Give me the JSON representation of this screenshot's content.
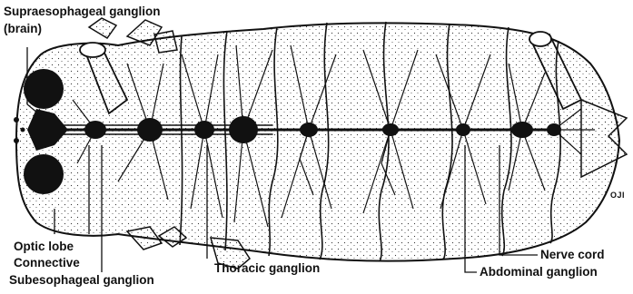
{
  "labels": {
    "supraesophageal": "Supraesophageal ganglion",
    "brain": "(brain)",
    "optic_lobe": "Optic lobe",
    "connective": "Connective",
    "subesophageal": "Subesophageal ganglion",
    "thoracic": "Thoracic ganglion",
    "nerve_cord": "Nerve cord",
    "abdominal": "Abdominal ganglion",
    "artist_mark": "OJI"
  },
  "colors": {
    "ink": "#111111",
    "paper": "#ffffff"
  }
}
